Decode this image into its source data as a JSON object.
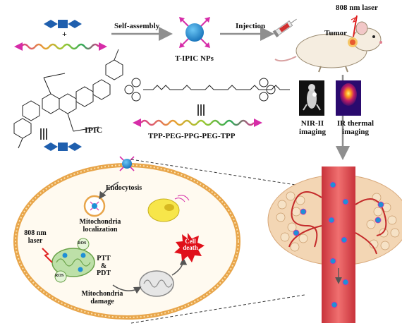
{
  "top_row": {
    "self_assembly_label": "Self-assembly",
    "plus_sign": "+",
    "nps_label": "T-IPIC NPs",
    "injection_label": "Injection",
    "laser_label": "808 nm laser",
    "tumor_label": "Tumor"
  },
  "molecules": {
    "ipic_label": "IPIC",
    "polymer_label": "TPP-PEG-PPG-PEG-TPP",
    "equivalence_mark": "|||"
  },
  "imaging": {
    "nir_label_line1": "NIR-II",
    "nir_label_line2": "imaging",
    "ir_label_line1": "IR thermal",
    "ir_label_line2": "imaging"
  },
  "cell_panel": {
    "endocytosis_label": "Endocytosis",
    "mito_loc_line1": "Mitochondria",
    "mito_loc_line2": "localization",
    "laser_line1": "808 nm",
    "laser_line2": "laser",
    "ptt_line1": "PTT",
    "ptt_line2": "&",
    "ptt_line3": "PDT",
    "ros_label": "ROS",
    "damage_line1": "Mitochondria",
    "damage_line2": "damage",
    "death_line1": "Cell",
    "death_line2": "death"
  },
  "colors": {
    "nanoparticle": "#1f8fd6",
    "arm_magenta": "#d62ca8",
    "block_blue": "#1f5fae",
    "cell_membrane": "#e8a54a",
    "vessel_red": "#e04a4a",
    "cell_death_red": "#e0101a",
    "arrow_gray": "#8f8f8f"
  }
}
